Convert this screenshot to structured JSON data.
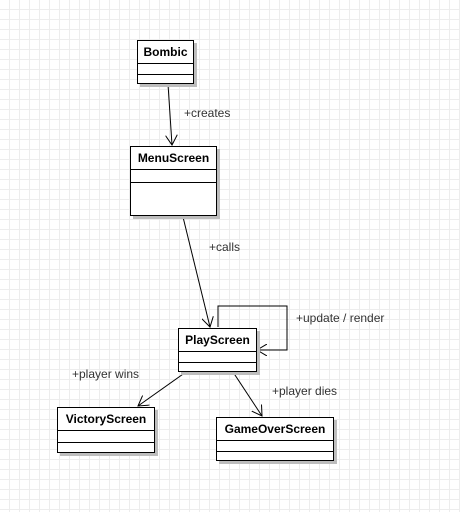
{
  "classes": {
    "bombic": "Bombic",
    "menu_screen": "MenuScreen",
    "play_screen": "PlayScreen",
    "victory_screen": "VictoryScreen",
    "game_over_screen": "GameOverScreen"
  },
  "relations": {
    "creates": "+creates",
    "calls": "+calls",
    "update_render": "+update / render",
    "player_wins": "+player wins",
    "player_dies": "+player dies"
  },
  "colors": {
    "line": "#000000",
    "grid": "#ededed",
    "shadow": "#bdbdbd"
  }
}
